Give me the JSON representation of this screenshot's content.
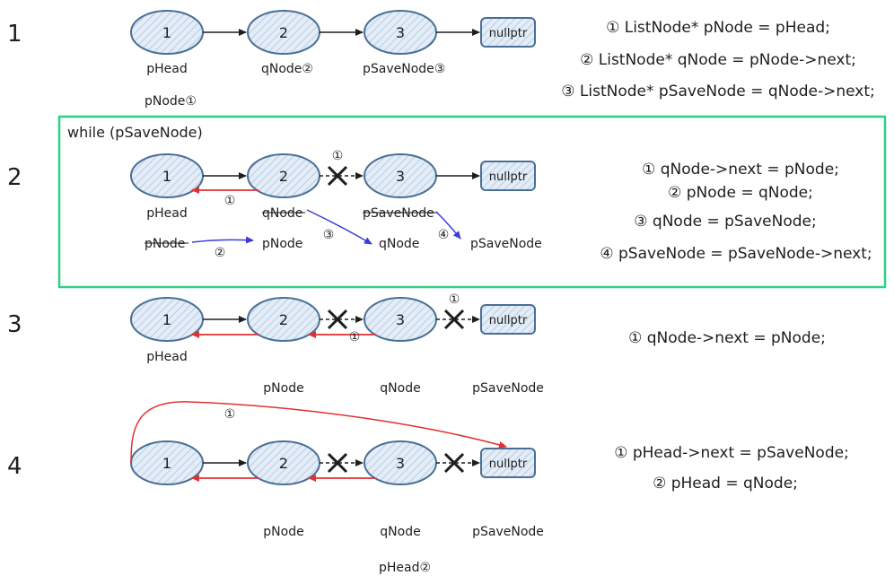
{
  "steps": [
    {
      "number": "1",
      "nodes": [
        "1",
        "2",
        "3"
      ],
      "null_label": "nullptr",
      "labels": {
        "pHead": "pHead",
        "qNode": "qNode②",
        "pSaveNode": "pSaveNode③",
        "pNode": "pNode①"
      },
      "code": [
        "① ListNode* pNode = pHead;",
        "② ListNode* qNode = pNode->next;",
        "③ ListNode* pSaveNode = qNode->next;"
      ]
    },
    {
      "number": "2",
      "loop_label": "while (pSaveNode)",
      "nodes": [
        "1",
        "2",
        "3"
      ],
      "null_label": "nullptr",
      "marks": {
        "cut": "①",
        "back": "①",
        "m2": "②",
        "m3": "③",
        "m4": "④"
      },
      "labels": {
        "pHead": "pHead",
        "qNode_old": "qNode",
        "pSaveNode_old": "pSaveNode",
        "pNode_old": "pNode",
        "pNode_new": "pNode",
        "qNode_new": "qNode",
        "pSaveNode_new": "pSaveNode"
      },
      "code": [
        "① qNode->next = pNode;",
        "② pNode = qNode;",
        "③ qNode = pSaveNode;",
        "④ pSaveNode = pSaveNode->next;"
      ]
    },
    {
      "number": "3",
      "nodes": [
        "1",
        "2",
        "3"
      ],
      "null_label": "nullptr",
      "marks": {
        "cut": "①",
        "back": "①"
      },
      "labels": {
        "pHead": "pHead",
        "pNode": "pNode",
        "qNode": "qNode",
        "pSaveNode": "pSaveNode"
      },
      "code": [
        "① qNode->next = pNode;"
      ]
    },
    {
      "number": "4",
      "nodes": [
        "1",
        "2",
        "3"
      ],
      "null_label": "nullptr",
      "marks": {
        "arc": "①"
      },
      "labels": {
        "pNode": "pNode",
        "qNode": "qNode",
        "pSaveNode": "pSaveNode",
        "pHead": "pHead②"
      },
      "code": [
        "① pHead->next = pSaveNode;",
        "② pHead = qNode;"
      ]
    }
  ],
  "colors": {
    "node_fill": "#d6e4f2",
    "node_stroke": "#4a6f96",
    "forward_arrow": "#1e1e1e",
    "back_arrow": "#e03131",
    "move_arrow": "#3b3bd6",
    "loop_box": "#2fd08a"
  }
}
